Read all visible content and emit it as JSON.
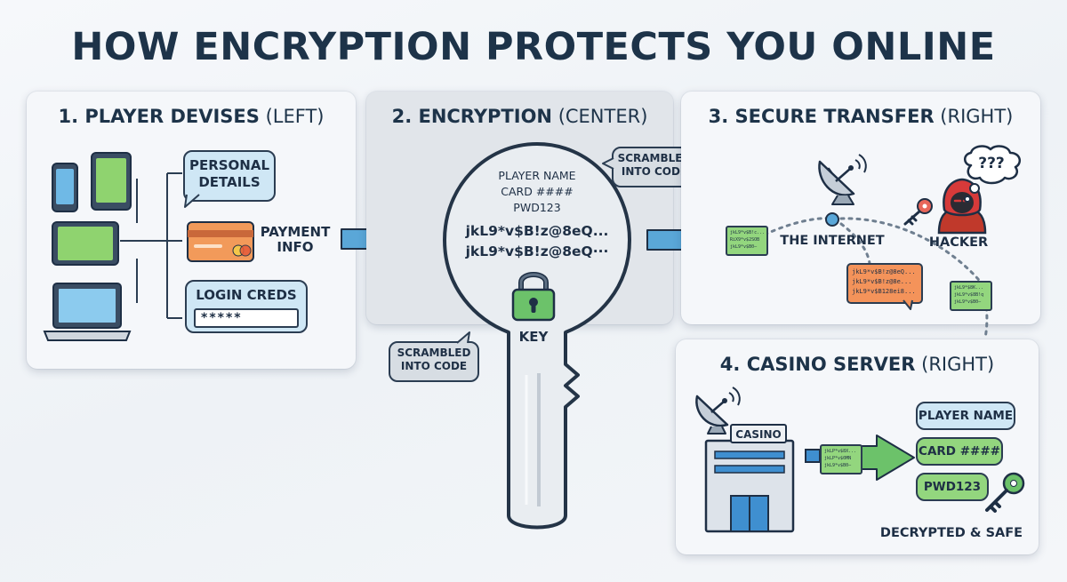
{
  "title": "HOW ENCRYPTION PROTECTS YOU ONLINE",
  "panel1": {
    "heading": "1. PLAYER DEVISES",
    "heading_sub": "(LEFT)",
    "personal": "PERSONAL\nDETAILS",
    "payment": "PAYMENT\nINFO",
    "login": "LOGIN CREDS",
    "password_mask": "*****"
  },
  "panel2": {
    "heading": "2. ENCRYPTION",
    "heading_sub": "(CENTER)",
    "bubble_right": "SCRAMBLED\nINTO CODE",
    "bubble_left": "SCRAMBLED\nINTO CODE",
    "plain_lines": [
      "PLAYER NAME",
      "CARD ####",
      "PWD123"
    ],
    "cipher_lines": [
      "jkL9*v$B!z@8eQ...",
      "jkL9*v$B!z@8eQ···"
    ],
    "key_label": "KEY"
  },
  "panel3": {
    "heading": "3. SECURE TRANSFER",
    "heading_sub": "(RIGHT)",
    "internet_label": "THE INTERNET",
    "hacker_label": "HACKER",
    "thought": "???",
    "packet_left": [
      "jkL9*v$B!c...",
      "RiX9*v$2SOB",
      "jkL9*v$B0—"
    ],
    "packet_hacker": [
      "jkL9*v$B!z@8eQ...",
      "jkL9*v$B!z@8e...",
      "jkL9*v$B128ei8..."
    ],
    "packet_right": [
      "jkL9*$8K...",
      "jkL9*v$8B!q",
      "jkL9*v$B0—"
    ]
  },
  "panel4": {
    "heading": "4. CASINO SERVER",
    "heading_sub": "(RIGHT)",
    "casino_sign": "CASINO",
    "packet": [
      "jkLP*v$8X...",
      "jkLP*v$0MN",
      "jkL9*v$B0—"
    ],
    "outputs": [
      "PLAYER NAME",
      "CARD ####",
      "PWD123"
    ],
    "status": "DECRYPTED & SAFE"
  },
  "colors": {
    "bubble_blue": "#cfe7f5",
    "bubble_grey": "#d7dde3",
    "arrow_blue": "#5aa7d8",
    "output_green": "#93d67e",
    "dark_navy": "#1d3349",
    "hacker_red": "#d63a3a"
  },
  "icons": [
    "phone-icon",
    "tablet-icon",
    "landscape-tablet-icon",
    "laptop-icon",
    "credit-card-icon",
    "padlock-icon",
    "key-icon",
    "satellite-dish-icon",
    "globe-node-icon",
    "hacker-icon",
    "thought-bubble-icon",
    "building-icon",
    "small-key-icon"
  ]
}
